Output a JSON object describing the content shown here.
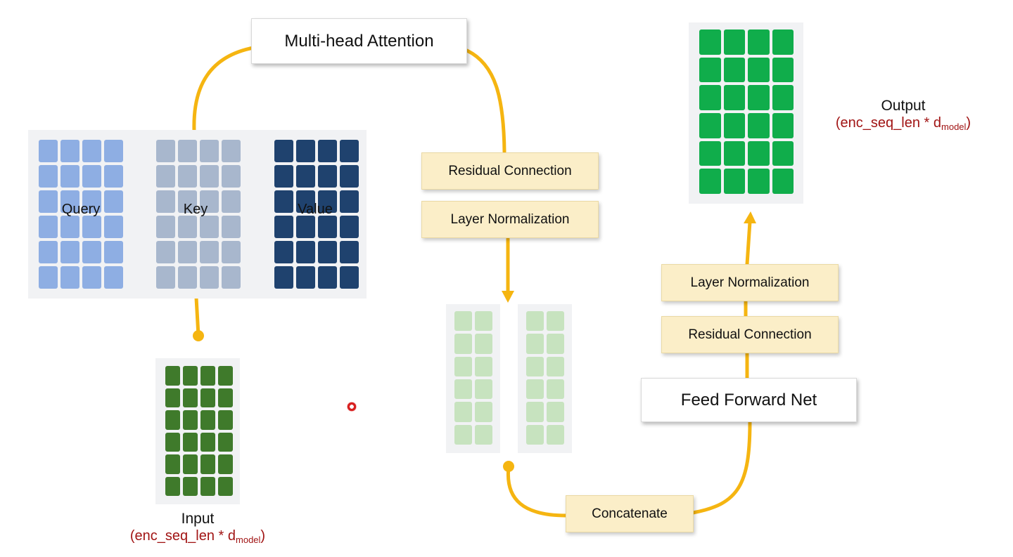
{
  "boxes": {
    "multi_head_attention": "Multi-head Attention",
    "residual_connection_top": "Residual Connection",
    "layer_normalization_top": "Layer Normalization",
    "concatenate": "Concatenate",
    "feed_forward_net": "Feed Forward Net",
    "residual_connection_right": "Residual Connection",
    "layer_normalization_right": "Layer Normalization"
  },
  "matrices": {
    "query": {
      "label": "Query",
      "color": "#8eaee3"
    },
    "key": {
      "label": "Key",
      "color": "#a8b7cd"
    },
    "value": {
      "label": "Value",
      "color": "#1f426e"
    },
    "input": {
      "color": "#3f7a2b"
    },
    "heads_out": {
      "color": "#c7e3bf"
    },
    "output": {
      "color": "#10ad4b"
    }
  },
  "input_caption": {
    "name": "Input",
    "dims_main": "(enc_seq_len * d",
    "dims_sub": "model",
    "dims_end": ")"
  },
  "output_caption": {
    "name": "Output",
    "dims_main": "(enc_seq_len * d",
    "dims_sub": "model",
    "dims_end": ")"
  },
  "colors": {
    "connector": "#f5b511",
    "dims_text": "#a11414",
    "box_fill_yellow": "#fbeec8"
  }
}
